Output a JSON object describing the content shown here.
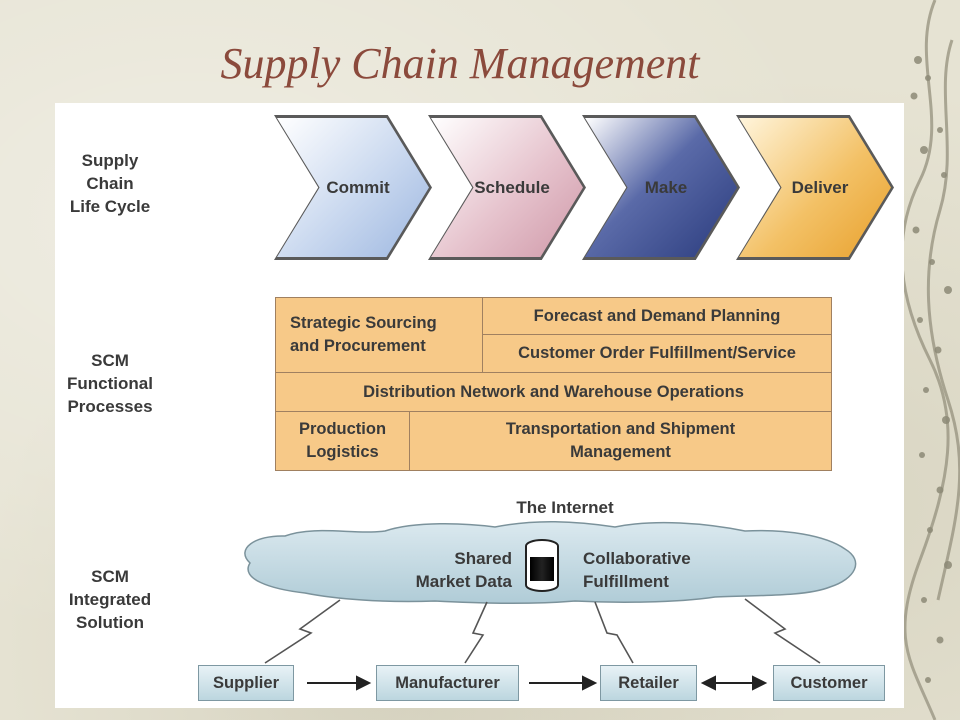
{
  "title": "Supply Chain Management",
  "rows": {
    "lifecycle": [
      "Supply",
      "Chain",
      "Life Cycle"
    ],
    "functional": [
      "SCM",
      "Functional",
      "Processes"
    ],
    "integrated": [
      "SCM",
      "Integrated",
      "Solution"
    ]
  },
  "lifecycle_steps": [
    "Commit",
    "Schedule",
    "Make",
    "Deliver"
  ],
  "processes": {
    "strategic": "Strategic Sourcing\nand Procurement",
    "forecast": "Forecast and Demand Planning",
    "customer_order": "Customer Order Fulfillment/Service",
    "distribution": "Distribution Network and Warehouse Operations",
    "production": "Production\nLogistics",
    "transportation": "Transportation and Shipment\nManagement"
  },
  "solution": {
    "internet_label": "The Internet",
    "shared_1": "Shared",
    "shared_2": "Market Data",
    "collab_1": "Collaborative",
    "collab_2": "Fulfillment",
    "nodes": [
      "Supplier",
      "Manufacturer",
      "Retailer",
      "Customer"
    ]
  },
  "colors": {
    "title": "#8b4a3c",
    "process_fill": "#f7c988",
    "cloud_fill": "#c6dbe3",
    "commit": "#9db7e0",
    "schedule": "#cf98a8",
    "make": "#2a3b7d",
    "deliver": "#e8a02c"
  },
  "icons": {
    "database": "database-icon",
    "lightning": "lightning-bolt-icon",
    "arrow": "arrow-right-icon",
    "double_arrow": "double-arrow-icon"
  }
}
